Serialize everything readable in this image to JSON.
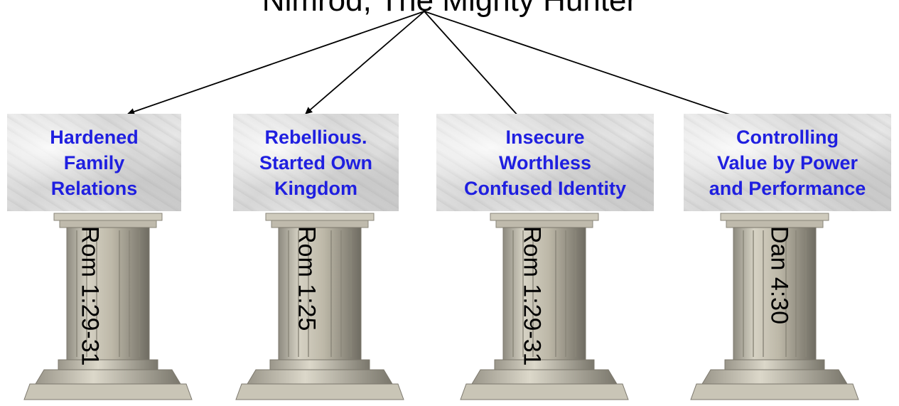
{
  "title": "Nimrod, The Mighty Hunter",
  "columns": [
    {
      "label_lines": [
        "Hardened",
        "Family",
        "Relations"
      ],
      "verse": "Rom 1:29-31"
    },
    {
      "label_lines": [
        "Rebellious.",
        "Started Own",
        "Kingdom"
      ],
      "verse": "Rom 1:25"
    },
    {
      "label_lines": [
        "Insecure",
        "Worthless",
        "Confused Identity"
      ],
      "verse": "Rom 1:29-31"
    },
    {
      "label_lines": [
        "Controlling",
        "Value by Power",
        "and Performance"
      ],
      "verse": "Dan 4:30"
    }
  ],
  "colors": {
    "label_text": "#1f1fe0",
    "verse_text": "#000000",
    "arrow": "#000000"
  }
}
